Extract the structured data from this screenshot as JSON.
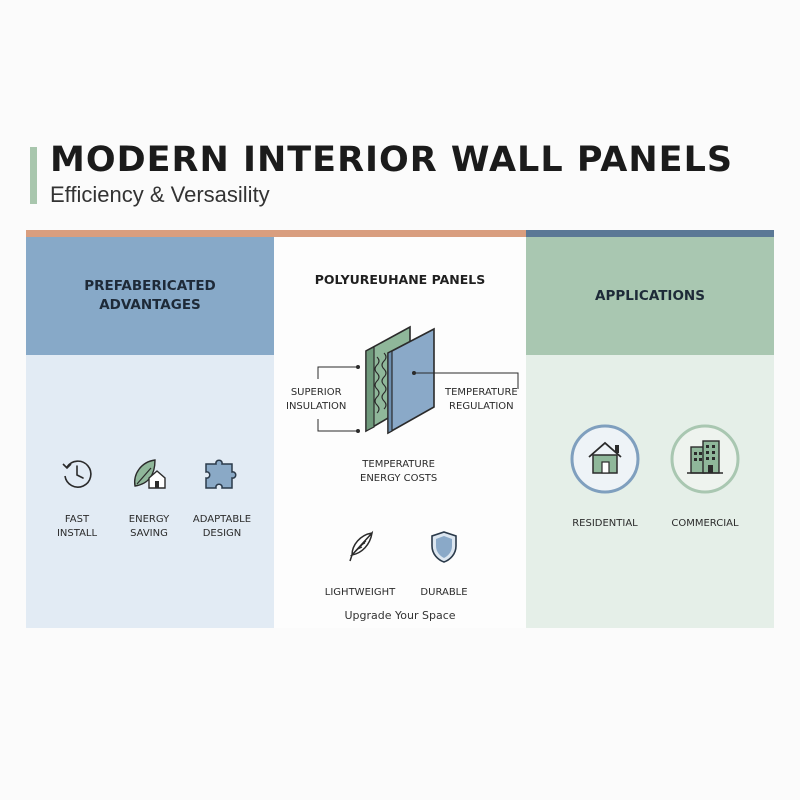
{
  "header": {
    "title": "MODERN INTERIOR WALL PANELS",
    "subtitle": "Efficiency & Versasility"
  },
  "left": {
    "heading": "PREFABERICATED\nADVANTAGES",
    "features": [
      {
        "label": "FAST\nINSTALL",
        "icon": "clock-icon"
      },
      {
        "label": "ENERGY\nSAVING",
        "icon": "leaf-house-icon"
      },
      {
        "label": "ADAPTABLE\nDESIGN",
        "icon": "puzzle-icon"
      }
    ]
  },
  "middle": {
    "heading": "POLYUREUHANE PANELS",
    "left_callout": "SUPERIOR\nINSULATION",
    "right_callout": "TEMPERATURE\nREGULATION",
    "bottom_callout": "TEMPERATURE\nENERGY COSTS",
    "features": [
      {
        "label": "LIGHTWEIGHT",
        "icon": "feather-icon"
      },
      {
        "label": "DURABLE",
        "icon": "shield-icon"
      }
    ],
    "cta": "Upgrade Your Space"
  },
  "right": {
    "heading": "APPLICATIONS",
    "features": [
      {
        "label": "RESIDENTIAL",
        "icon": "house-icon"
      },
      {
        "label": "COMMERCIAL",
        "icon": "building-icon"
      }
    ]
  },
  "colors": {
    "accent_orange": "#d99e7f",
    "accent_navy": "#5b7896",
    "blue": "#87a9c8",
    "green": "#a9c7b1"
  }
}
